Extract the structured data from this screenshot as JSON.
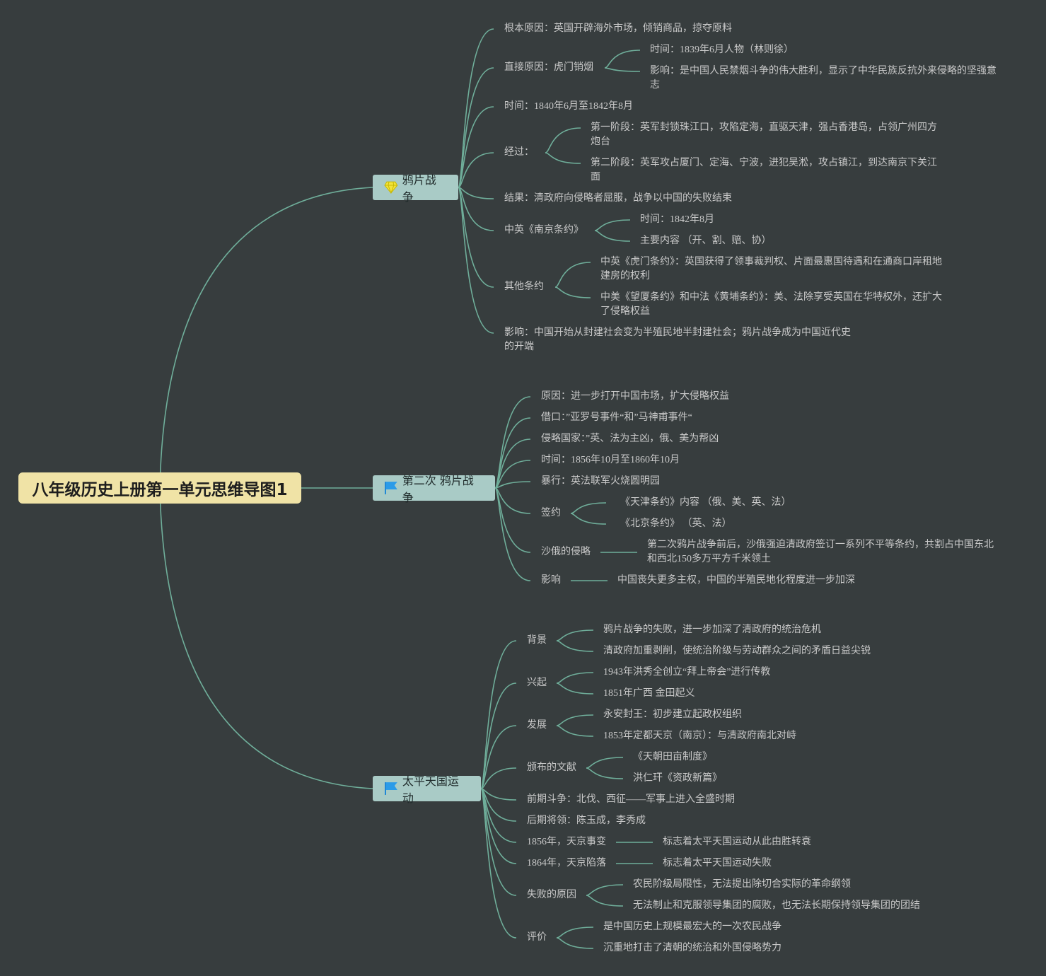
{
  "root": "八年级历史上册第一单元思维导图1",
  "b1": {
    "title": "鸦片战争",
    "icon": "diamond-icon",
    "n1": "根本原因：英国开辟海外市场，倾销商品，掠夺原料",
    "n2": "直接原因：虎门销烟",
    "n2a": "时间：1839年6月人物（林则徐）",
    "n2b": "影响：是中国人民禁烟斗争的伟大胜利，显示了中华民族反抗外来侵略的坚强意志",
    "n3": "时间：1840年6月至1842年8月",
    "n4": "经过：",
    "n4a": "第一阶段：英军封锁珠江口，攻陷定海，直驱天津，强占香港岛，占领广州四方炮台",
    "n4b": "第二阶段：英军攻占厦门、定海、宁波，进犯吴淞，攻占镇江，到达南京下关江面",
    "n5": "结果：清政府向侵略者屈服，战争以中国的失败结束",
    "n6": "中英《南京条约》",
    "n6a": "时间：1842年8月",
    "n6b": "主要内容 （开、割、赔、协）",
    "n7": "其他条约",
    "n7a": "中英《虎门条约》：英国获得了领事裁判权、片面最惠国待遇和在通商口岸租地建房的权利",
    "n7b": "中美《望厦条约》和中法《黄埔条约》：美、法除享受英国在华特权外，还扩大了侵略权益",
    "n8": "影响：中国开始从封建社会变为半殖民地半封建社会；鸦片战争成为中国近代史的开端"
  },
  "b2": {
    "title": "第二次 鸦片战争",
    "icon": "flag-icon",
    "n1": "原因：进一步打开中国市场，扩大侵略权益",
    "n2": "借口：”亚罗号事件“和”马神甫事件“",
    "n3": "侵略国家：”英、法为主凶，俄、美为帮凶",
    "n4": "时间：1856年10月至1860年10月",
    "n5": "暴行：英法联军火烧圆明园",
    "n6": "签约",
    "n6a": "《天津条约》内容 （俄、美、英、法）",
    "n6b": "《北京条约》 （英、法）",
    "n7": "沙俄的侵略",
    "n7a": "第二次鸦片战争前后，沙俄强迫清政府签订一系列不平等条约，共割占中国东北和西北150多万平方千米领土",
    "n8": "影响",
    "n8a": "中国丧失更多主权，中国的半殖民地化程度进一步加深"
  },
  "b3": {
    "title": "太平天国运动",
    "icon": "flag-icon",
    "n1": "背景",
    "n1a": "鸦片战争的失败，进一步加深了清政府的统治危机",
    "n1b": "清政府加重剥削，使统治阶级与劳动群众之间的矛盾日益尖锐",
    "n2": "兴起",
    "n2a": "1943年洪秀全创立“拜上帝会”进行传教",
    "n2b": "1851年广西 金田起义",
    "n3": "发展",
    "n3a": "永安封王：初步建立起政权组织",
    "n3b": "1853年定都天京（南京）：与清政府南北对峙",
    "n4": "颁布的文献",
    "n4a": "《天朝田亩制度》",
    "n4b": "洪仁玕《资政新篇》",
    "n5": "前期斗争：北伐、西征——军事上进入全盛时期",
    "n6": "后期将领：陈玉成，李秀成",
    "n7": "1856年，天京事变",
    "n7a": "标志着太平天国运动从此由胜转衰",
    "n8": "1864年，天京陷落",
    "n8a": "标志着太平天国运动失败",
    "n9": "失败的原因",
    "n9a": "农民阶级局限性，无法提出除切合实际的革命纲领",
    "n9b": "无法制止和克服领导集团的腐败，也无法长期保持领导集团的团结",
    "n10": "评价",
    "n10a": "是中国历史上规模最宏大的一次农民战争",
    "n10b": "沉重地打击了清朝的统治和外国侵略势力"
  },
  "colors": {
    "background": "#373d3e",
    "line": "#6fae9a",
    "root": "#f0e3a6",
    "branch": "#a9cbc6",
    "text": "#c9c9c9"
  }
}
